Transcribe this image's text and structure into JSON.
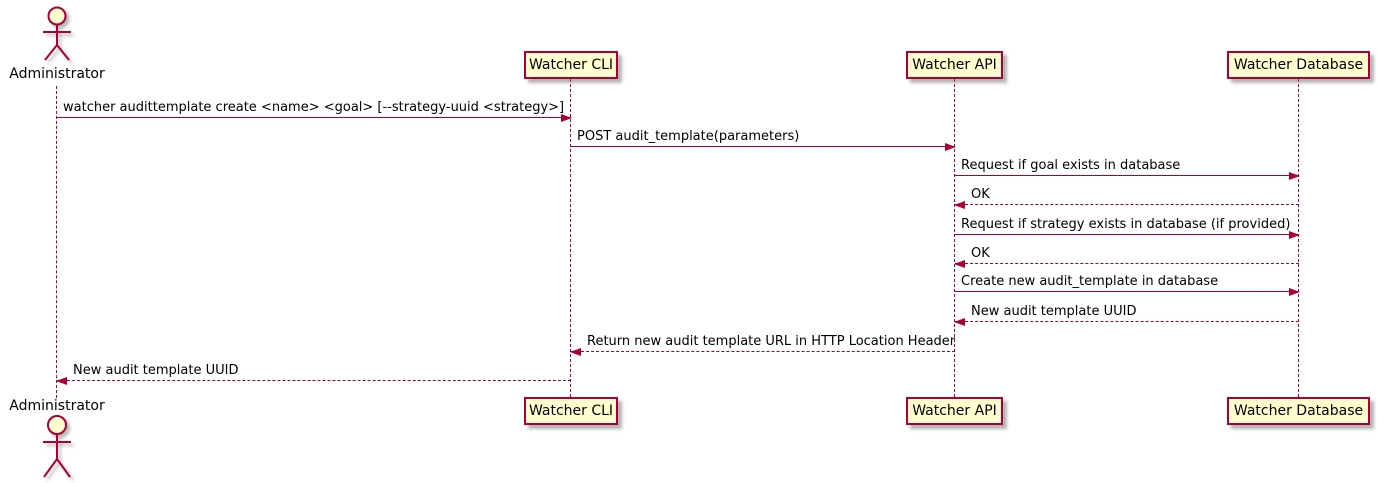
{
  "diagram_type": "sequence",
  "colors": {
    "participant_fill": "#FEFECE",
    "line_and_border": "#A80036",
    "text": "#000000",
    "background": "#FFFFFF"
  },
  "actor": {
    "label": "Administrator"
  },
  "participants": [
    {
      "id": "watcher-cli",
      "label": "Watcher CLI"
    },
    {
      "id": "watcher-api",
      "label": "Watcher API"
    },
    {
      "id": "watcher-database",
      "label": "Watcher Database"
    }
  ],
  "messages": [
    {
      "from": "Administrator",
      "to": "Watcher CLI",
      "style": "solid",
      "text": "watcher audittemplate create <name> <goal> [--strategy-uuid <strategy>]"
    },
    {
      "from": "Watcher CLI",
      "to": "Watcher API",
      "style": "solid",
      "text": "POST audit_template(parameters)"
    },
    {
      "from": "Watcher API",
      "to": "Watcher Database",
      "style": "solid",
      "text": "Request if goal exists in database"
    },
    {
      "from": "Watcher Database",
      "to": "Watcher API",
      "style": "dashed",
      "text": "OK"
    },
    {
      "from": "Watcher API",
      "to": "Watcher Database",
      "style": "solid",
      "text": "Request if strategy exists in database (if provided)"
    },
    {
      "from": "Watcher Database",
      "to": "Watcher API",
      "style": "dashed",
      "text": "OK"
    },
    {
      "from": "Watcher API",
      "to": "Watcher Database",
      "style": "solid",
      "text": "Create new audit_template in database"
    },
    {
      "from": "Watcher Database",
      "to": "Watcher API",
      "style": "dashed",
      "text": "New audit template UUID"
    },
    {
      "from": "Watcher API",
      "to": "Watcher CLI",
      "style": "dashed",
      "text": "Return new audit template URL in HTTP Location Header"
    },
    {
      "from": "Watcher CLI",
      "to": "Administrator",
      "style": "dashed",
      "text": "New audit template UUID"
    }
  ]
}
